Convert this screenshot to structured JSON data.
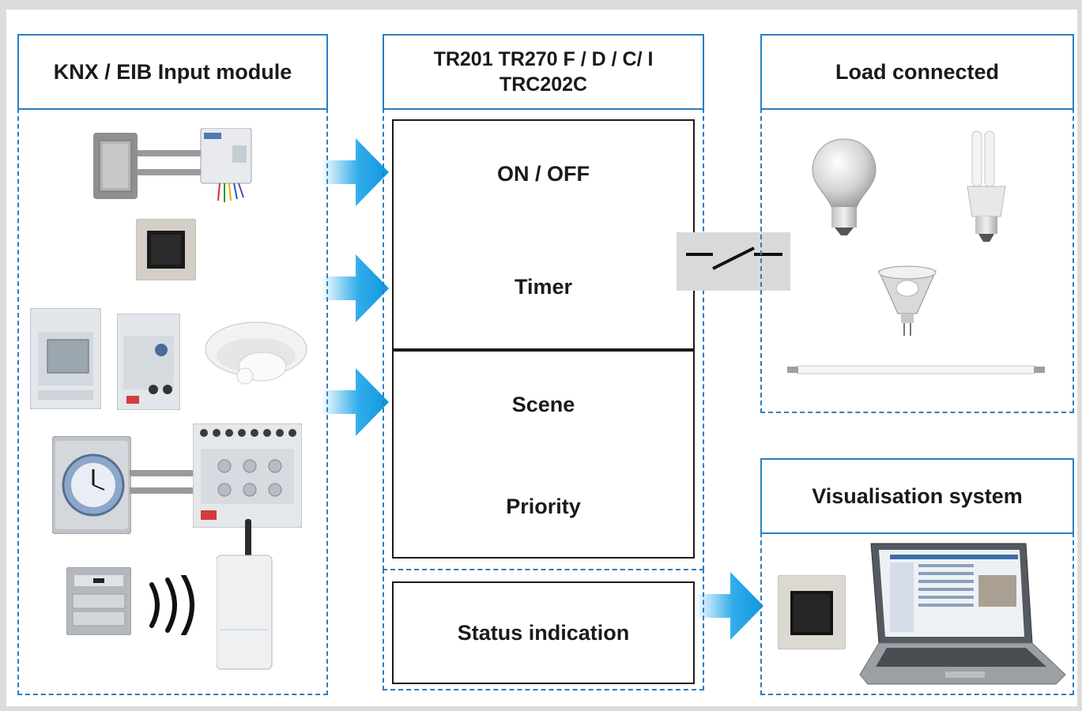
{
  "left_column": {
    "title": "KNX / EIB Input module"
  },
  "middle_column": {
    "title_line1": "TR201 TR270 F / D / C/ I",
    "title_line2": "TRC202C",
    "functions": [
      "ON / OFF",
      "Timer",
      "Scene",
      "Priority"
    ],
    "status": "Status indication"
  },
  "right_top": {
    "title": "Load connected"
  },
  "right_bottom": {
    "title": "Visualisation system"
  },
  "colors": {
    "frame": "#2a7fc4",
    "arrow": "#1aa3e8",
    "switch_bg": "#d9d9d9"
  },
  "icons": {
    "inputs": [
      "push-button-with-interface",
      "wall-switch",
      "din-timer-module",
      "din-dimmer-module",
      "ceiling-presence-detector",
      "analog-time-switch",
      "din-input-module",
      "wireless-remote",
      "radio-waves",
      "radio-receiver"
    ],
    "loads": [
      "incandescent-bulb",
      "compact-fluorescent-bulb",
      "halogen-spot",
      "fluorescent-tube"
    ],
    "visualisation": [
      "touch-panel",
      "laptop"
    ]
  }
}
